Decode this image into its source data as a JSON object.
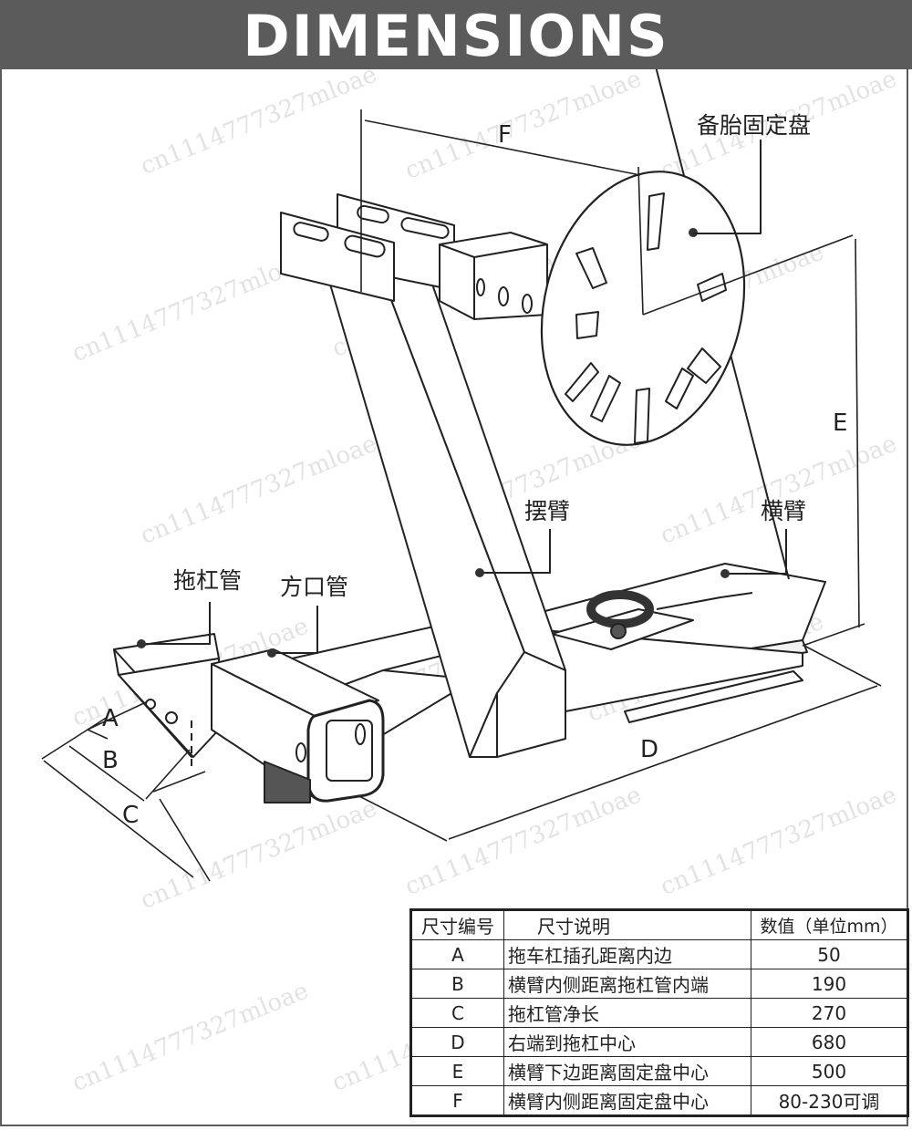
{
  "header": {
    "title": "DIMENSIONS"
  },
  "diagram": {
    "labels": {
      "spare_plate": "备胎固定盘",
      "swing_arm": "摆臂",
      "cross_arm": "横臂",
      "tow_tube": "拖杠管",
      "square_tube": "方口管"
    },
    "letters": {
      "A": "A",
      "B": "B",
      "C": "C",
      "D": "D",
      "E": "E",
      "F": "F"
    },
    "watermark": "cn1114777327mloae"
  },
  "table": {
    "headers": [
      "尺寸编号",
      "尺寸说明",
      "数值（单位mm）"
    ],
    "rows": [
      {
        "code": "A",
        "desc": "拖车杠插孔距离内边",
        "value": "50"
      },
      {
        "code": "B",
        "desc": "横臂内侧距离拖杠管内端",
        "value": "190"
      },
      {
        "code": "C",
        "desc": "拖杠管净长",
        "value": "270"
      },
      {
        "code": "D",
        "desc": "右端到拖杠中心",
        "value": "680"
      },
      {
        "code": "E",
        "desc": "横臂下边距离固定盘中心",
        "value": "500"
      },
      {
        "code": "F",
        "desc": "横臂内侧距离固定盘中心",
        "value": "80-230可调"
      }
    ]
  }
}
